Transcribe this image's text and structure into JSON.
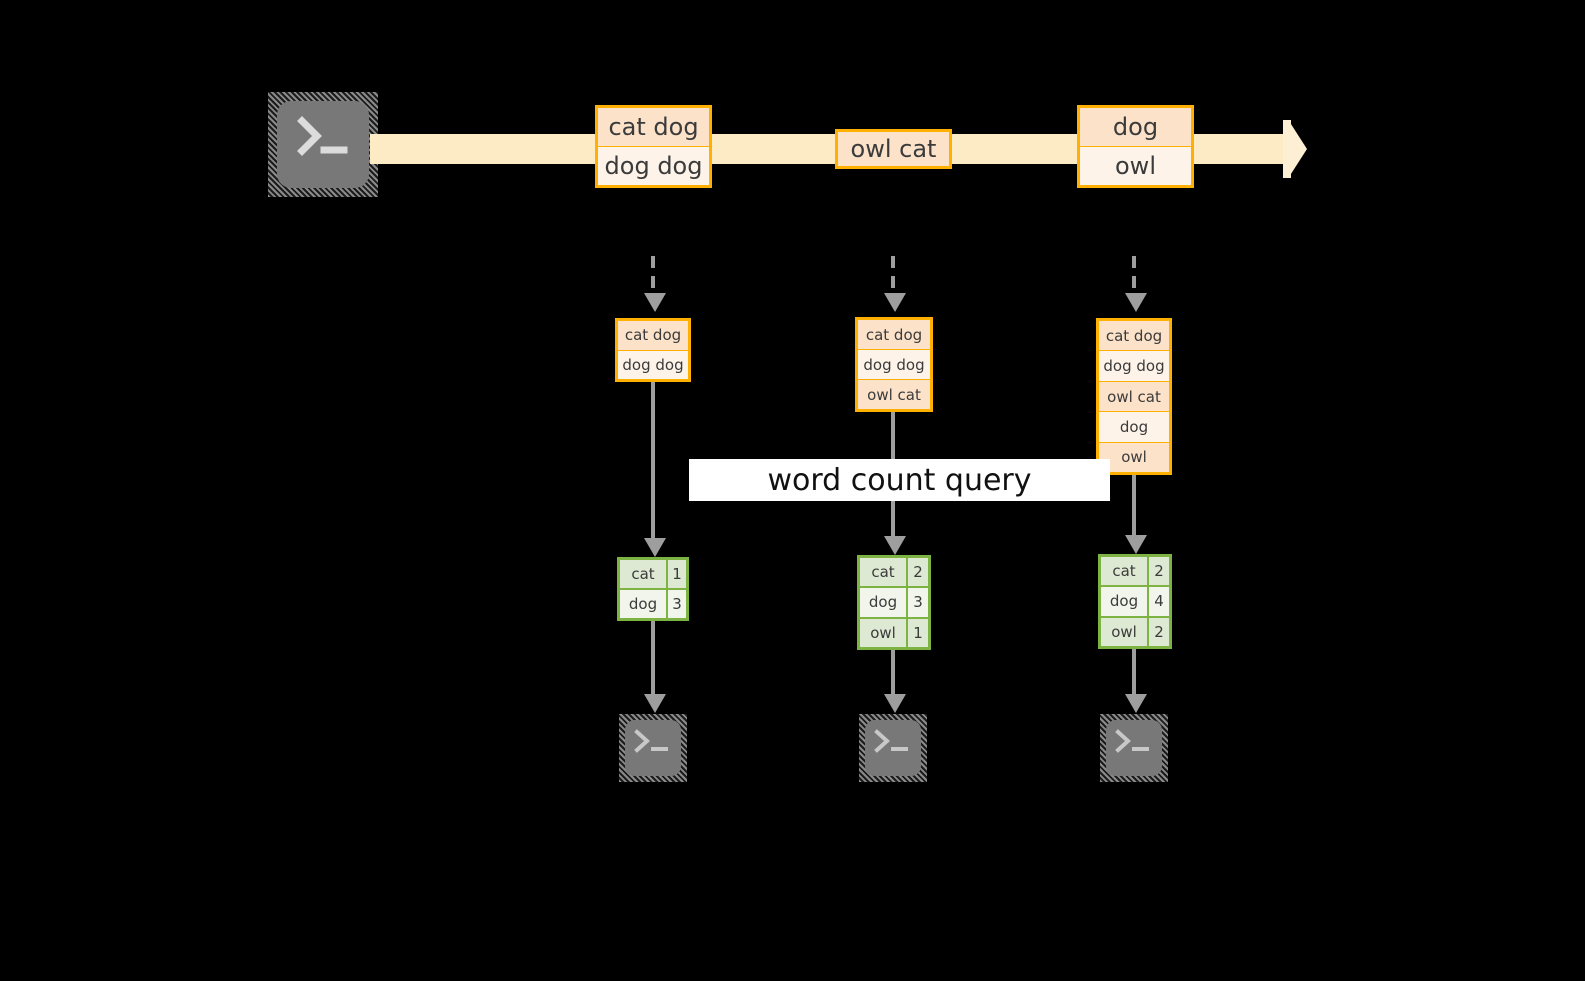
{
  "diagram": {
    "title": "word count query over a message stream",
    "colors": {
      "background": "#000000",
      "stream_border": "#FFB000",
      "stream_fill_light": "#FDF3E9",
      "stream_fill_dark": "#FBE2C9",
      "timeline_bar": "#FCEBC4",
      "timeline_head": "#FDEFD4",
      "table_border": "#7CB342",
      "table_fill_light": "#F1F5EC",
      "table_fill_dark": "#DEE9D3",
      "connector": "#9E9E9E",
      "banner_bg": "#FFFFFF",
      "banner_text": "#111111",
      "terminal_body": "#787878"
    },
    "source": {
      "icon": "terminal-icon",
      "glyph": ">_"
    },
    "timeline": {
      "direction": "left-to-right",
      "messages": [
        {
          "id": "m1",
          "lines": [
            "cat dog",
            "dog dog"
          ]
        },
        {
          "id": "m2",
          "lines": [
            "owl cat"
          ]
        },
        {
          "id": "m3",
          "lines": [
            "dog",
            "owl"
          ]
        }
      ]
    },
    "query_label": "word count query",
    "snapshots": [
      {
        "id": "t1",
        "stream_lines": [
          "cat dog",
          "dog dog"
        ],
        "result": {
          "rows": [
            {
              "word": "cat",
              "count": "1"
            },
            {
              "word": "dog",
              "count": "3"
            }
          ]
        },
        "sink": {
          "icon": "terminal-icon",
          "glyph": ">_"
        }
      },
      {
        "id": "t2",
        "stream_lines": [
          "cat dog",
          "dog dog",
          "owl cat"
        ],
        "result": {
          "rows": [
            {
              "word": "cat",
              "count": "2"
            },
            {
              "word": "dog",
              "count": "3"
            },
            {
              "word": "owl",
              "count": "1"
            }
          ]
        },
        "sink": {
          "icon": "terminal-icon",
          "glyph": ">_"
        }
      },
      {
        "id": "t3",
        "stream_lines": [
          "cat dog",
          "dog dog",
          "owl cat",
          "dog",
          "owl"
        ],
        "result": {
          "rows": [
            {
              "word": "cat",
              "count": "2"
            },
            {
              "word": "dog",
              "count": "4"
            },
            {
              "word": "owl",
              "count": "2"
            }
          ]
        },
        "sink": {
          "icon": "terminal-icon",
          "glyph": ">_"
        }
      }
    ]
  }
}
